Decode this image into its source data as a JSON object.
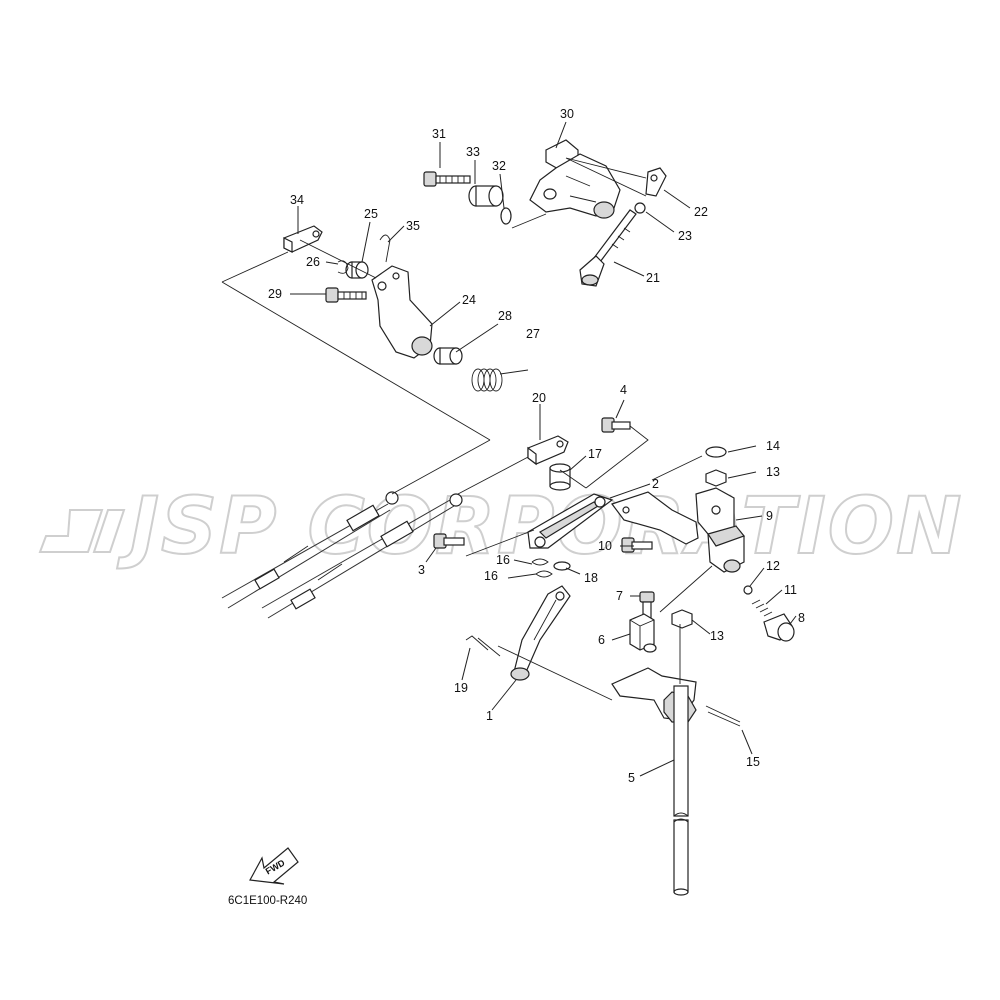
{
  "watermark": {
    "text": "JSP CORPORATION",
    "color": "#cfcfcf"
  },
  "diagram_code": "6C1E100-R240",
  "direction_label": "FWD",
  "callouts": {
    "c1": "1",
    "c2": "2",
    "c3": "3",
    "c4": "4",
    "c5": "5",
    "c6": "6",
    "c7": "7",
    "c8": "8",
    "c9": "9",
    "c10": "10",
    "c11": "11",
    "c12": "12",
    "c13a": "13",
    "c13b": "13",
    "c14": "14",
    "c15": "15",
    "c16a": "16",
    "c16b": "16",
    "c17": "17",
    "c18": "18",
    "c19": "19",
    "c20": "20",
    "c21": "21",
    "c22": "22",
    "c23": "23",
    "c24": "24",
    "c25": "25",
    "c26": "26",
    "c27": "27",
    "c28": "28",
    "c29": "29",
    "c30": "30",
    "c31": "31",
    "c32": "32",
    "c33": "33",
    "c34": "34",
    "c35": "35"
  }
}
